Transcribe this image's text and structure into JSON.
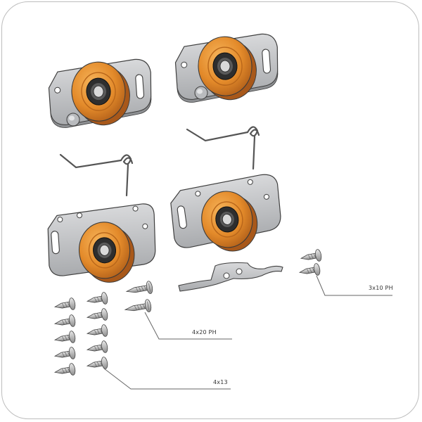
{
  "colors": {
    "plate": "#c9cacc",
    "plate_edge": "#444444",
    "wheel": "#e08a2a",
    "wheel_dark": "#b8661a",
    "wheel_light": "#f2a94c",
    "bearing": "#2b2b2b",
    "screw": "#c0c0c0",
    "frame": "#bdbdbd"
  },
  "labels": {
    "screw_small": "3x10 PH",
    "screw_long": "4x20 PH",
    "screw_short": "4x13"
  }
}
